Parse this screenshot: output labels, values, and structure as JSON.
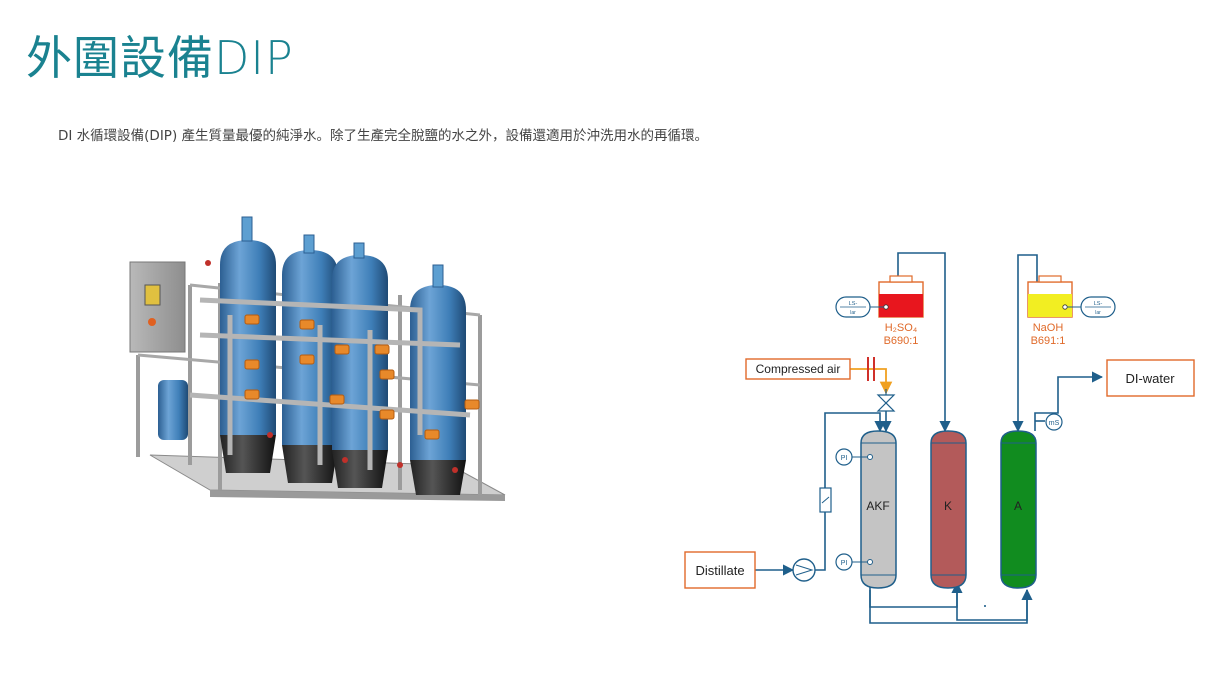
{
  "page": {
    "title": "外圍設備DIP",
    "description": "DI 水循環設備(DIP) 產生質量最優的純淨水。除了生產完全脫鹽的水之外，設備還適用於沖洗用水的再循環。"
  },
  "colors": {
    "title": "#1a8290",
    "pipe": "#1f5f8b",
    "label_border": "#e06a2a",
    "acid_fill": "#e8161e",
    "base_fill": "#f2ee22",
    "akf_column": "#c4c4c4",
    "k_column": "#b35a5a",
    "a_column": "#118c1f",
    "vessel_blue": "#3f7fb8",
    "valve_orange": "#e8892a",
    "air_line": "#f0a020"
  },
  "diagram": {
    "inputs": {
      "distillate": "Distillate",
      "compressed_air": "Compressed air"
    },
    "output": "DI-water",
    "columns": {
      "akf": "AKF",
      "k": "K",
      "a": "A"
    },
    "tanks": {
      "acid": {
        "name": "H₂SO₄",
        "code": "B690:1"
      },
      "base": {
        "name": "NaOH",
        "code": "B691:1"
      }
    },
    "instruments": {
      "pi": "PI",
      "level_switch": "LS-",
      "level_switch_sub": "lar",
      "conductivity": "mS"
    }
  }
}
